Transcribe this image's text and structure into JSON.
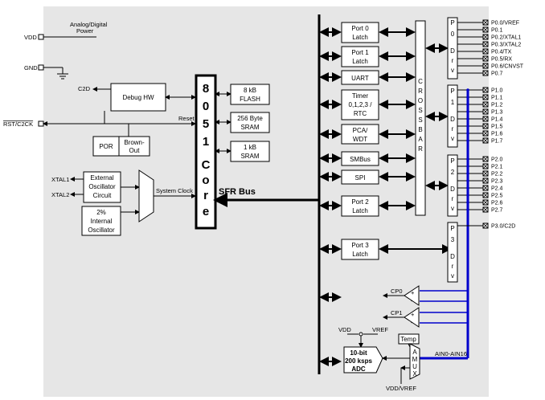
{
  "power": {
    "vdd": "VDD",
    "gnd": "GND",
    "analog_digital_power": [
      "Analog/Digital",
      "Power"
    ]
  },
  "debug": {
    "c2d": "C2D",
    "rst_c2ck": "RST/C2CK",
    "reset": "Reset",
    "debug_hw": "Debug HW",
    "por": "POR",
    "brown_out": [
      "Brown-",
      "Out"
    ]
  },
  "core": {
    "letters": [
      "8",
      "0",
      "5",
      "1",
      "C",
      "o",
      "r",
      "e"
    ],
    "sfr_bus": "SFR Bus"
  },
  "memory": {
    "flash": [
      "8 kB",
      "FLASH"
    ],
    "sram256": [
      "256 Byte",
      "SRAM"
    ],
    "sram1k": [
      "1 kB",
      "SRAM"
    ]
  },
  "clock": {
    "xtal1": "XTAL1",
    "xtal2": "XTAL2",
    "ext_osc": [
      "External",
      "Oscillator",
      "Circuit"
    ],
    "int_osc": [
      "2%",
      "Internal",
      "Oscillator"
    ],
    "system_clock": "System Clock"
  },
  "peripherals": {
    "port0": [
      "Port 0",
      "Latch"
    ],
    "port1": [
      "Port 1",
      "Latch"
    ],
    "uart": "UART",
    "timer": [
      "Timer",
      "0,1,2,3 /",
      "RTC"
    ],
    "pca": [
      "PCA/",
      "WDT"
    ],
    "smbus": "SMBus",
    "spi": "SPI",
    "port2": [
      "Port 2",
      "Latch"
    ],
    "port3": [
      "Port 3",
      "Latch"
    ]
  },
  "crossbar": [
    "C",
    "R",
    "O",
    "S",
    "S",
    "B",
    "A",
    "R"
  ],
  "drivers": {
    "p0": [
      "P",
      "0",
      "",
      "D",
      "r",
      "v"
    ],
    "p1": [
      "P",
      "1",
      "",
      "D",
      "r",
      "v"
    ],
    "p2": [
      "P",
      "2",
      "",
      "D",
      "r",
      "v"
    ],
    "p3": [
      "P",
      "3",
      "",
      "D",
      "r",
      "v"
    ]
  },
  "pins": {
    "p0": [
      "P0.0/VREF",
      "P0.1",
      "P0.2/XTAL1",
      "P0.3/XTAL2",
      "P0.4/TX",
      "P0.5/RX",
      "P0.6/CNVST",
      "P0.7"
    ],
    "p1": [
      "P1.0",
      "P1.1",
      "P1.2",
      "P1.3",
      "P1.4",
      "P1.5",
      "P1.6",
      "P1.7"
    ],
    "p2": [
      "P2.0",
      "P2.1",
      "P2.2",
      "P2.3",
      "P2.4",
      "P2.5",
      "P2.6",
      "P2.7"
    ],
    "p3": [
      "P3.0/C2D"
    ]
  },
  "analog": {
    "cp0": "CP0",
    "cp1": "CP1",
    "vdd": "VDD",
    "vref": "VREF",
    "temp": "Temp",
    "amux": [
      "A",
      "M",
      "U",
      "X"
    ],
    "adc": [
      "10-bit",
      "200 ksps",
      "ADC"
    ],
    "ain": "AIN0-AIN16",
    "vdd_vref": "VDD/VREF"
  }
}
